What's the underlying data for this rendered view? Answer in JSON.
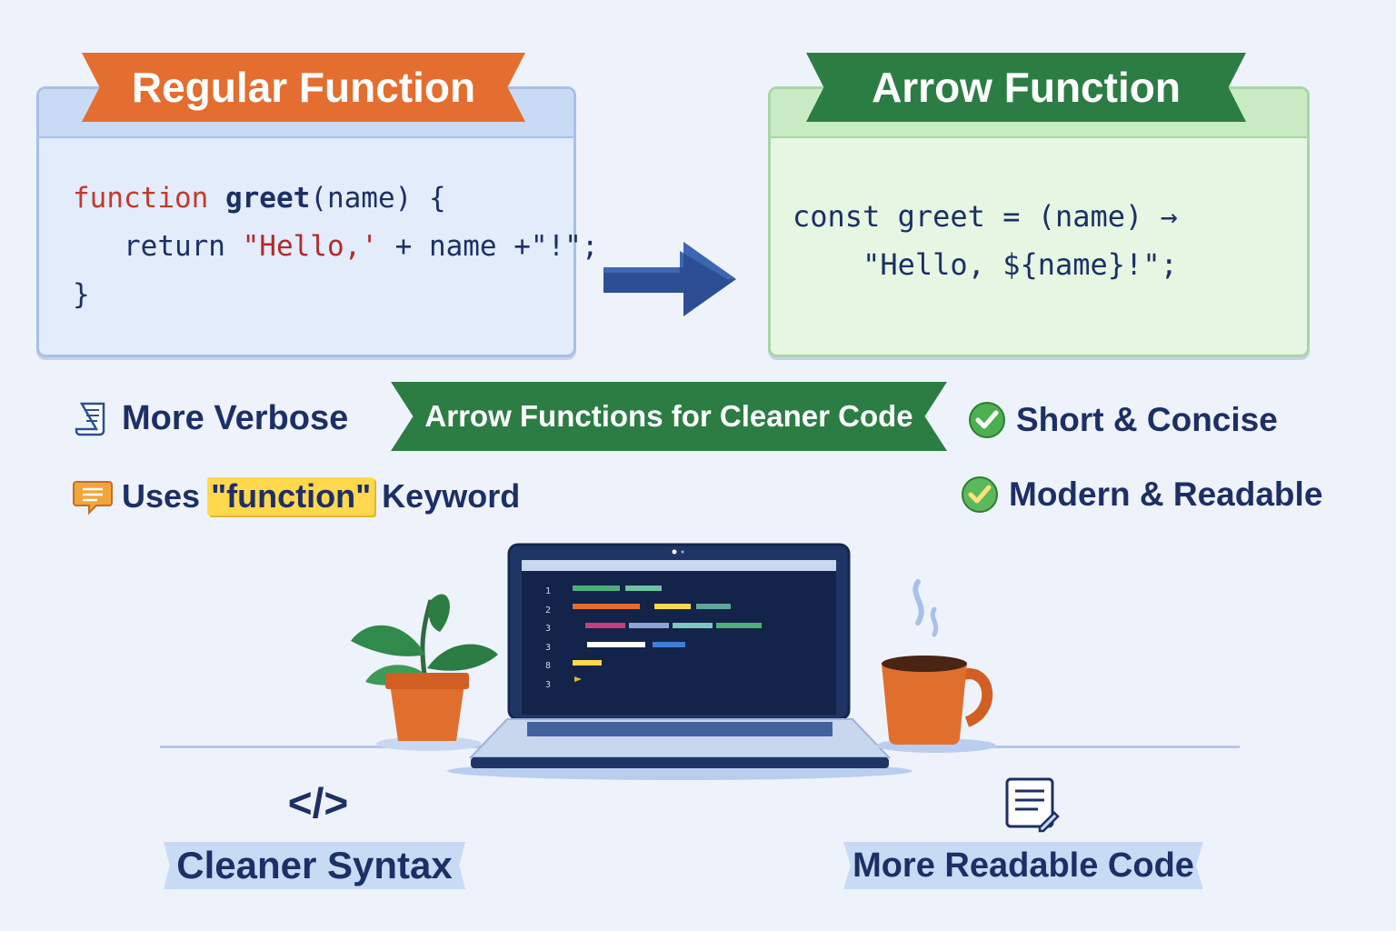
{
  "regular": {
    "title": "Regular Function",
    "code": {
      "l1_kw": "function",
      "l1_name": " greet",
      "l1_rest": "(name) {",
      "l2_a": "   return ",
      "l2_str": "\"Hello,'",
      "l2_b": " + name +\"!\";",
      "l3": "}"
    }
  },
  "arrow": {
    "title": "Arrow Function",
    "code": {
      "l1": "const greet = (name) →",
      "l2": "    \"Hello, ${name}!\";"
    }
  },
  "banner": "Arrow Functions for Cleaner Code",
  "features_left": {
    "verbose": "More Verbose",
    "uses": "Uses",
    "keyword_highlight": "\"function\"",
    "keyword": "Keyword"
  },
  "features_right": {
    "short": "Short & Concise",
    "modern": "Modern & Readable"
  },
  "bottom": {
    "syntax_symbol": "</>",
    "cleaner_syntax": "Cleaner Syntax",
    "readable_code": "More Readable Code"
  },
  "laptop": {
    "line_numbers": [
      "1",
      "2",
      "3",
      "3",
      "8",
      "3"
    ]
  },
  "colors": {
    "orange": "#e36e2f",
    "green": "#2c7d44",
    "navy": "#1c2f66",
    "highlight": "#ffd84d"
  }
}
